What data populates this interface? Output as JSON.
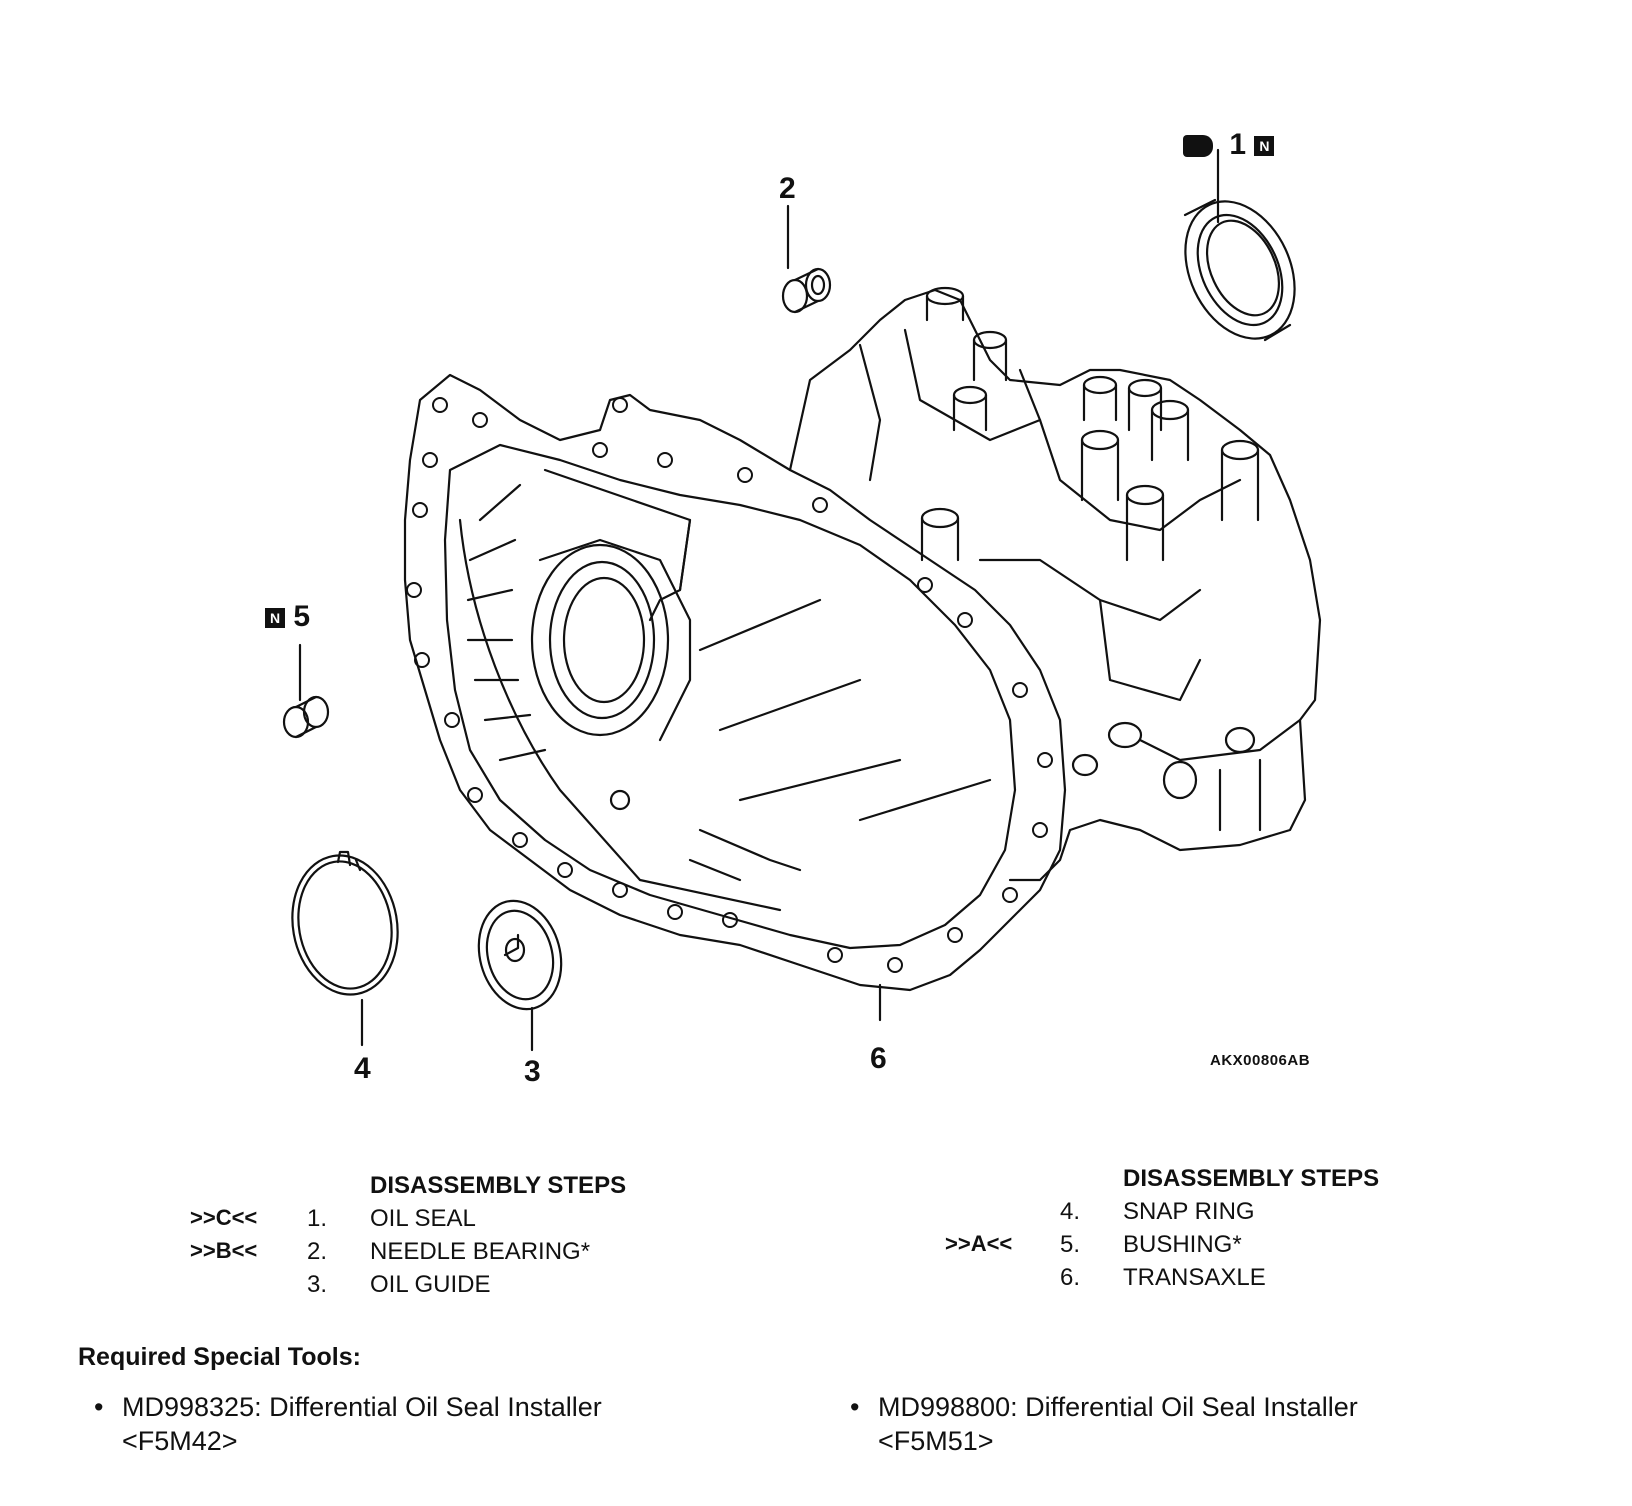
{
  "figure": {
    "code": "AKX00806AB",
    "callouts": [
      {
        "id": "1",
        "label": "1",
        "badge": "N"
      },
      {
        "id": "2",
        "label": "2"
      },
      {
        "id": "3",
        "label": "3"
      },
      {
        "id": "4",
        "label": "4"
      },
      {
        "id": "5",
        "label": "5",
        "badge": "N"
      },
      {
        "id": "6",
        "label": "6"
      }
    ]
  },
  "steps_left": {
    "heading": "DISASSEMBLY STEPS",
    "items": [
      {
        "ref": ">>C<<",
        "num": "1.",
        "name": "OIL SEAL"
      },
      {
        "ref": ">>B<<",
        "num": "2.",
        "name": "NEEDLE BEARING*"
      },
      {
        "ref": "",
        "num": "3.",
        "name": "OIL GUIDE"
      }
    ]
  },
  "steps_right": {
    "heading": "DISASSEMBLY STEPS",
    "items": [
      {
        "ref": "",
        "num": "4.",
        "name": "SNAP RING"
      },
      {
        "ref": ">>A<<",
        "num": "5.",
        "name": "BUSHING*"
      },
      {
        "ref": "",
        "num": "6.",
        "name": "TRANSAXLE"
      }
    ]
  },
  "tools": {
    "title": "Required Special Tools:",
    "items": [
      {
        "line1": "MD998325: Differential Oil Seal Installer",
        "line2": "<F5M42>"
      },
      {
        "line1": "MD998800: Differential Oil Seal Installer",
        "line2": "<F5M51>"
      }
    ]
  }
}
